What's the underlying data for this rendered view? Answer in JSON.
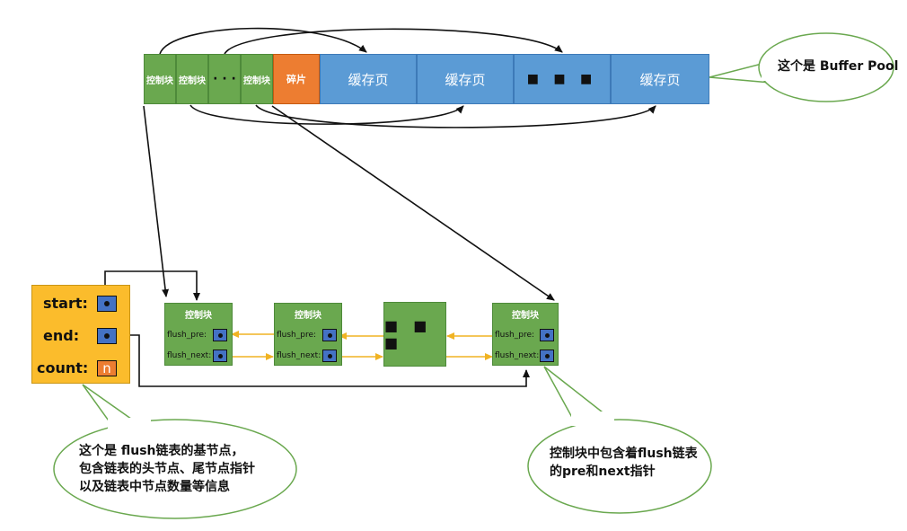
{
  "buffer_pool": {
    "cells": [
      {
        "label": "控制块",
        "kind": "ctrl"
      },
      {
        "label": "控制块",
        "kind": "ctrl"
      },
      {
        "label": "· · ·",
        "kind": "ctrl"
      },
      {
        "label": "控制块",
        "kind": "ctrl"
      },
      {
        "label": "碎片",
        "kind": "fragment"
      },
      {
        "label": "缓存页",
        "kind": "page"
      },
      {
        "label": "缓存页",
        "kind": "page"
      },
      {
        "label": "■ ■ ■",
        "kind": "page"
      },
      {
        "label": "缓存页",
        "kind": "page"
      }
    ],
    "callout": "这个是 Buffer Pool"
  },
  "flush_list": {
    "nodes": [
      {
        "title": "控制块",
        "pre": "flush_pre:",
        "next": "flush_next:"
      },
      {
        "title": "控制块",
        "pre": "flush_pre:",
        "next": "flush_next:"
      },
      {
        "title": "控制块",
        "pre": "flush_pre:",
        "next": "flush_next:"
      }
    ],
    "ellipsis": "■ ■ ■"
  },
  "base_node": {
    "start_label": "start:",
    "end_label": "end:",
    "count_label": "count:",
    "count_value": "n",
    "callout_lines": [
      "这个是 flush链表的基节点，",
      "包含链表的头节点、尾节点指针",
      "以及链表中节点数量等信息"
    ]
  },
  "node_callout": {
    "lines": [
      "控制块中包含着flush链表",
      "的pre和next指针"
    ]
  },
  "colors": {
    "green": "#6aa84f",
    "blue": "#5b9bd5",
    "orange": "#ed7d31",
    "yellow": "#fbbc2c",
    "arrow_yellow": "#f0b323",
    "callout_border": "#6aa84f"
  }
}
